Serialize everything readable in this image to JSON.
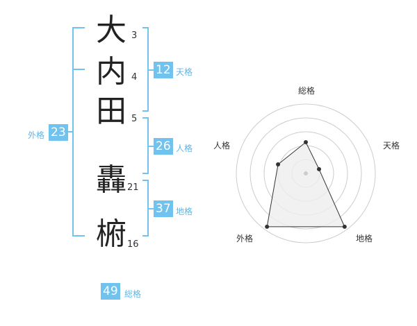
{
  "name": {
    "characters": [
      {
        "char": "大",
        "strokes": "3"
      },
      {
        "char": "内",
        "strokes": "4"
      },
      {
        "char": "田",
        "strokes": "5"
      },
      {
        "char": "轟",
        "strokes": "21"
      },
      {
        "char": "椨",
        "strokes": "16"
      }
    ]
  },
  "fortunes": {
    "tenkaku": {
      "value": "12",
      "label": "天格"
    },
    "jinkaku": {
      "value": "26",
      "label": "人格"
    },
    "chikaku": {
      "value": "37",
      "label": "地格"
    },
    "gaikaku": {
      "value": "23",
      "label": "外格"
    },
    "soukaku": {
      "value": "49",
      "label": "総格"
    }
  },
  "radar": {
    "labels": {
      "top": "総格",
      "right": "天格",
      "bottom_right": "地格",
      "bottom_left": "外格",
      "left": "人格"
    },
    "scores": {
      "soukaku": 0.45,
      "tenkaku": 0.2,
      "chikaku": 0.95,
      "gaikaku": 0.95,
      "jinkaku": 0.42
    },
    "colors": {
      "line": "#333333",
      "fill": "#eeeeee",
      "ring": "#cccccc",
      "point": "#333333",
      "center": "#cccccc"
    }
  },
  "colors": {
    "bracket": "#6fc3ee",
    "badge": "#6fc3ee"
  }
}
